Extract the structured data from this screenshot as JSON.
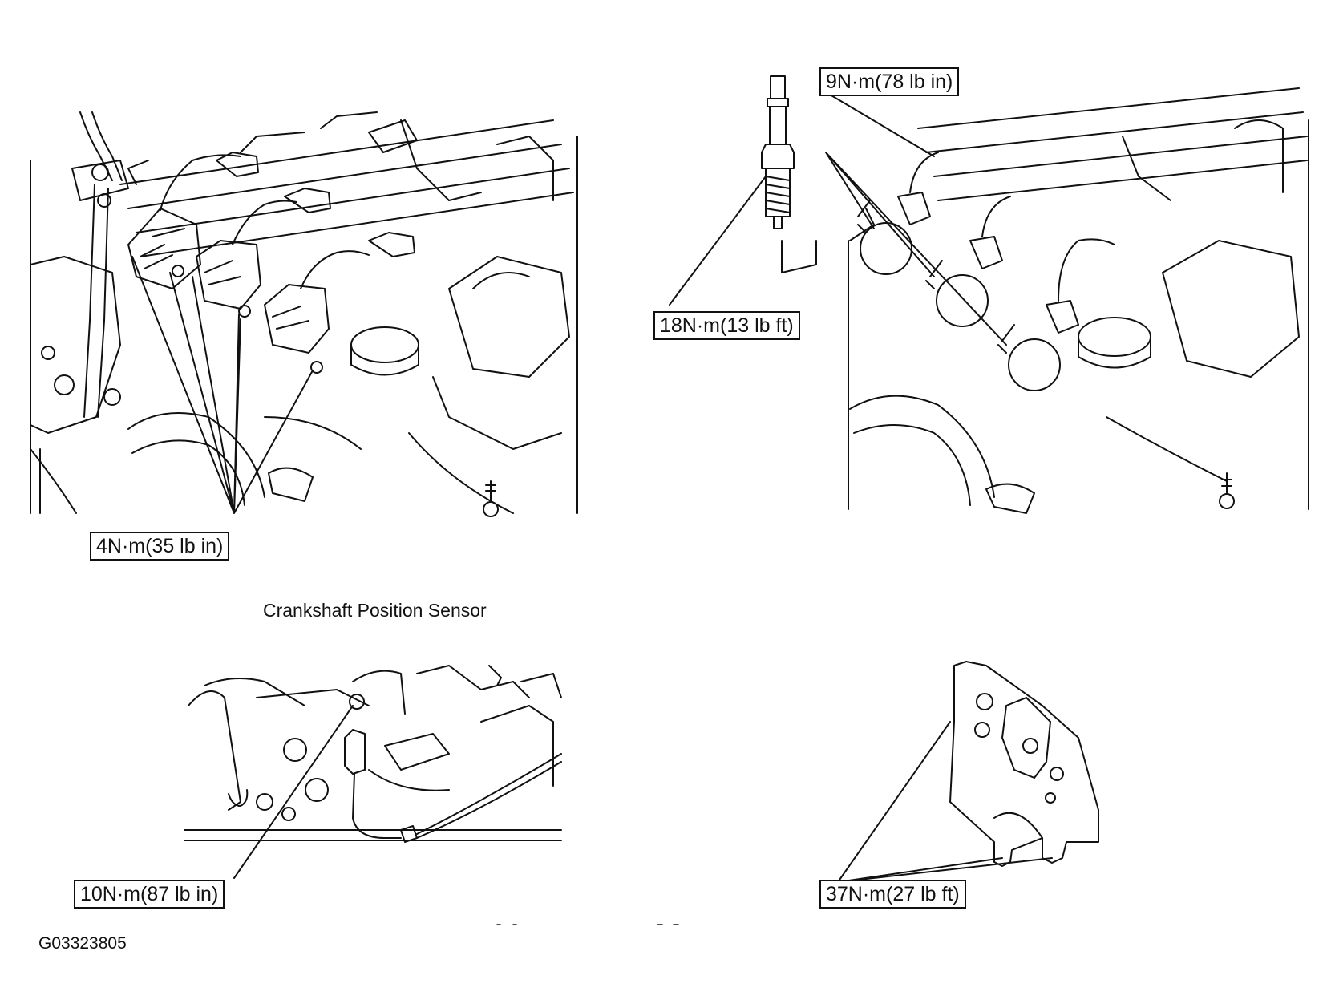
{
  "callouts": {
    "coil_bolts": "4N·m(35 lb in)",
    "spark_plug": "18N·m(13 lb ft)",
    "coil_cover": "9N·m(78 lb in)",
    "ckp_sensor": "10N·m(87 lb in)",
    "bracket": "37N·m(27 lb ft)"
  },
  "captions": {
    "crankshaft_sensor": "Crankshaft Position Sensor"
  },
  "figure_code": "G03323805"
}
